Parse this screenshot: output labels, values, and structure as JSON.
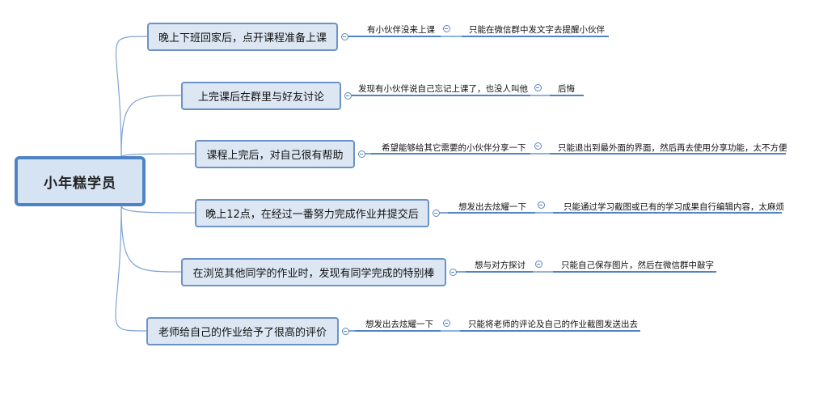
{
  "root": {
    "label": "小年糕学员"
  },
  "branches": [
    {
      "label": "晚上下班回家后，点开课程准备上课",
      "need": "有小伙伴没来上课",
      "pain": "只能在微信群中发文字去提醒小伙伴"
    },
    {
      "label": "上完课后在群里与好友讨论",
      "need": "发现有小伙伴说自己忘记上课了，也没人叫他",
      "pain": "后悔"
    },
    {
      "label": "课程上完后，对自己很有帮助",
      "need": "希望能够给其它需要的小伙伴分享一下",
      "pain": "只能退出到最外面的界面，然后再去使用分享功能，太不方便"
    },
    {
      "label": "晚上12点，在经过一番努力完成作业并提交后",
      "need": "想发出去炫耀一下",
      "pain": "只能通过学习截图或已有的学习成果自行编辑内容，太麻烦"
    },
    {
      "label": "在浏览其他同学的作业时，发现有同学完成的特别棒",
      "need": "想与对方探讨",
      "pain": "只能自己保存图片，然后在微信群中敲字"
    },
    {
      "label": "老师给自己的作业给予了很高的评价",
      "need": "想发出去炫耀一下",
      "pain": "只能将老师的评论及自己的作业截图发送出去"
    }
  ],
  "colors": {
    "line": "#4f84c4",
    "root_border": "#4f84c4",
    "root_fill": "#d6e3f3",
    "branch_border": "#6b93c8",
    "branch_fill": "#dde7f3"
  },
  "icons": {
    "collapse": "minus-circle-icon"
  }
}
